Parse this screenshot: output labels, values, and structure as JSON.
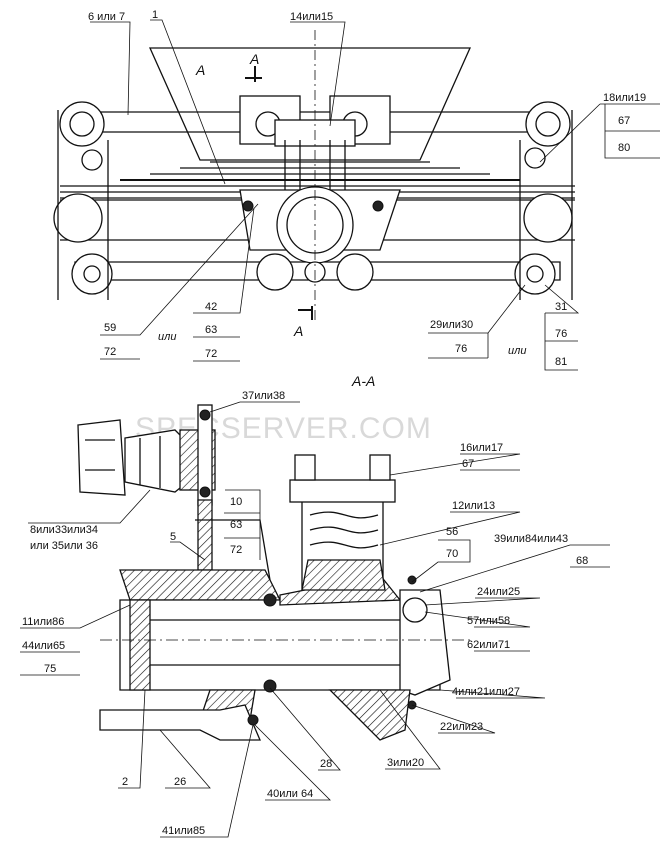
{
  "watermark": "SPECSERVER.COM",
  "section_title": "A-A",
  "section_marks": [
    "A",
    "A",
    "A"
  ],
  "word_or": "или",
  "top_labels": {
    "l1": "6 или 7",
    "l2": "1",
    "l3": "14или15",
    "l4": "18или19",
    "l4a": "67",
    "l4b": "80",
    "l5": "59",
    "l5a": "72",
    "l6a": "42",
    "l6b": "63",
    "l6c": "72",
    "l7": "29или30",
    "l7a": "76",
    "l8a": "31",
    "l8b": "76",
    "l8c": "81"
  },
  "bottom_labels": {
    "b1": "37или38",
    "b2a": "10",
    "b2b": "63",
    "b2c": "72",
    "b3": "8или33или34",
    "b3b": "или 35или 36",
    "b4": "5",
    "b5": "16или17",
    "b5a": "67",
    "b6": "12или13",
    "b7a": "56",
    "b7b": "70",
    "b8": "39или84или43",
    "b8a": "68",
    "b9": "24или25",
    "b10": "57или58",
    "b11": "62или71",
    "b12": "11или86",
    "b13": "44или65",
    "b13a": "75",
    "b14": "4или21или27",
    "b15": "22или23",
    "b16": "2",
    "b17": "26",
    "b18": "28",
    "b19": "3или20",
    "b20": "40или 64",
    "b21": "41или85"
  }
}
